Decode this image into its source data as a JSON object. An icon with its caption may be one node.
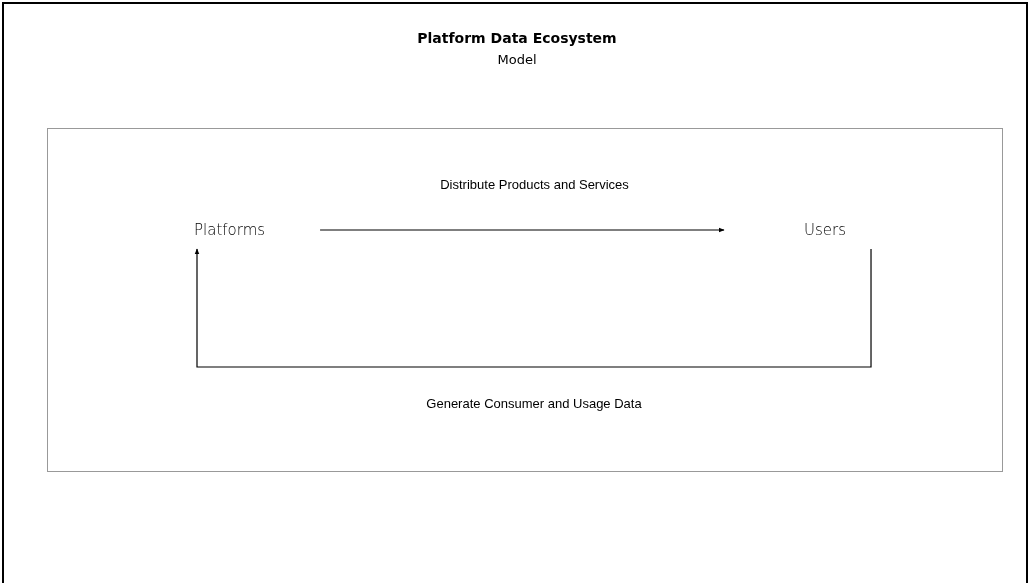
{
  "diagram": {
    "title": "Platform Data Ecosystem",
    "nodes": [
      {
        "text": [],
        "shape": "box"
      },
      {
        "text": [
          "Platforms"
        ],
        "in": 0
      },
      {
        "text": [
          "Users"
        ],
        "in": 0
      }
    ],
    "edges": [
      {
        "from": 1,
        "to": 2,
        "arrow": "to",
        "label": "Distribute Products and Services"
      },
      {
        "from": 2,
        "to": 1,
        "arrow": "to",
        "label": "Generate Consumer and Usage Data"
      }
    ],
    "labels": [
      "Model"
    ]
  }
}
